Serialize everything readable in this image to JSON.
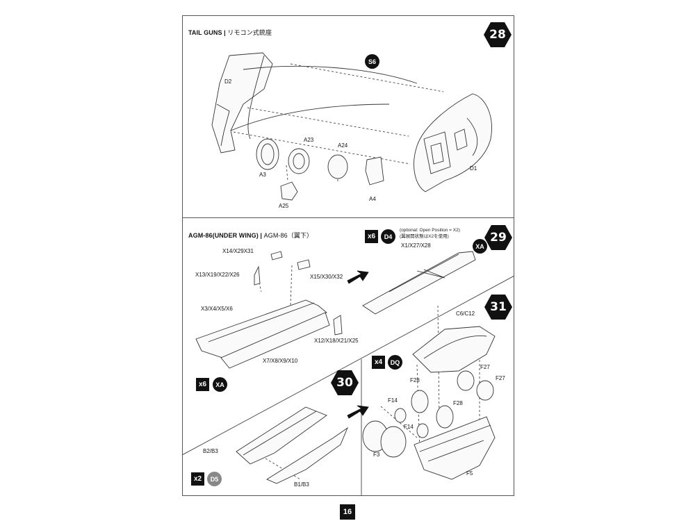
{
  "page_number": "16",
  "sections": {
    "tail_guns": {
      "title": "TAIL GUNS",
      "title_jp": "リモコン式銃座",
      "step": "28",
      "paint_code": "S6",
      "parts": {
        "d2": "D2",
        "d1": "D1",
        "a3": "A3",
        "a23": "A23",
        "a24": "A24",
        "a25": "A25",
        "a4": "A4"
      }
    },
    "agm86": {
      "title": "AGM-86(UNDER WING)",
      "title_jp": "AGM-86（翼下）",
      "parts": {
        "p1": "X14/X29X31",
        "p2": "X13/X19/X22/X26",
        "p3": "X15/X30/X32",
        "p4": "X3/X4/X5/X6",
        "p5": "X12/X18/X21/X25",
        "p6": "X7/X8/X9/X10"
      },
      "qty": "x6",
      "color_code": "XA"
    },
    "step29": {
      "step": "29",
      "qty": "x6",
      "color_code": "D4",
      "note_en": "(optional: Open Position = X2)",
      "note_jp": "(翼展開状態はX2を使用)",
      "part": "X1/X27/X28",
      "color_code2": "XA"
    },
    "step30": {
      "step": "30",
      "qty": "x2",
      "color_code": "D5",
      "parts": {
        "b2b3": "B2/B3",
        "b1b3": "B1/B3"
      }
    },
    "step31": {
      "step": "31",
      "qty": "x4",
      "color_code": "DQ",
      "parts": {
        "c6c12": "C6/C12",
        "f27a": "F27",
        "f27b": "F27",
        "f28a": "F28",
        "f28b": "F28",
        "f14a": "F14",
        "f14b": "F14",
        "f3": "F3",
        "f5": "F5"
      }
    }
  }
}
